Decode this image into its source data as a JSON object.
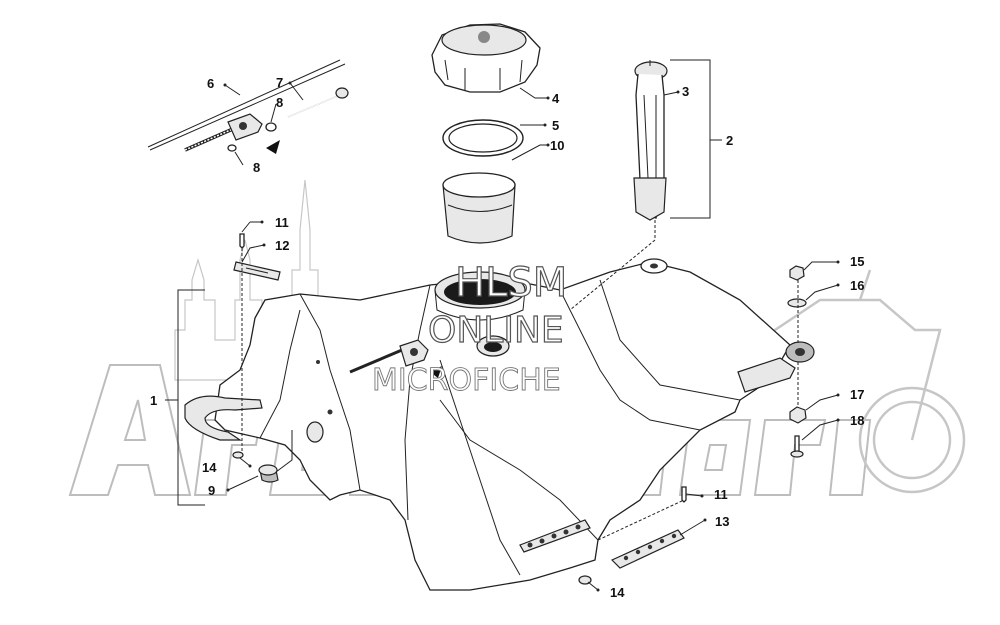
{
  "watermark": {
    "line1": "HLSM",
    "line2": "ONLINE",
    "line3": "MICROFICHE",
    "brand_logo": "ArcticCat"
  },
  "callouts": [
    {
      "id": "c1",
      "label": "1"
    },
    {
      "id": "c2",
      "label": "2"
    },
    {
      "id": "c3",
      "label": "3"
    },
    {
      "id": "c4",
      "label": "4"
    },
    {
      "id": "c5",
      "label": "5"
    },
    {
      "id": "c6",
      "label": "6"
    },
    {
      "id": "c7",
      "label": "7"
    },
    {
      "id": "c8a",
      "label": "8"
    },
    {
      "id": "c8b",
      "label": "8"
    },
    {
      "id": "c9",
      "label": "9"
    },
    {
      "id": "c10",
      "label": "10"
    },
    {
      "id": "c11a",
      "label": "11"
    },
    {
      "id": "c11b",
      "label": "11"
    },
    {
      "id": "c12",
      "label": "12"
    },
    {
      "id": "c13",
      "label": "13"
    },
    {
      "id": "c14a",
      "label": "14"
    },
    {
      "id": "c14b",
      "label": "14"
    },
    {
      "id": "c15",
      "label": "15"
    },
    {
      "id": "c16",
      "label": "16"
    },
    {
      "id": "c17",
      "label": "17"
    },
    {
      "id": "c18",
      "label": "18"
    }
  ]
}
